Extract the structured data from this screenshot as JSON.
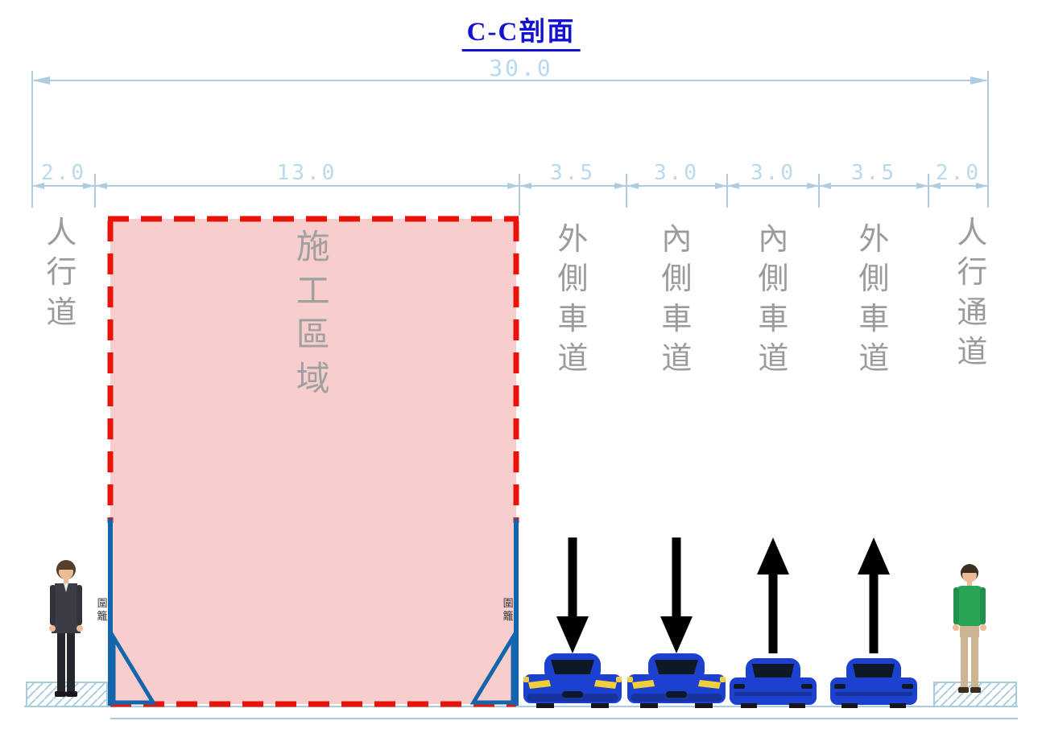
{
  "title": "C-C剖面",
  "dimensions": {
    "overall": "30.0",
    "segments": [
      {
        "label": "2.0"
      },
      {
        "label": "13.0"
      },
      {
        "label": "3.5"
      },
      {
        "label": "3.0"
      },
      {
        "label": "3.0"
      },
      {
        "label": "3.5"
      },
      {
        "label": "2.0"
      }
    ]
  },
  "zones": {
    "left_sidewalk": "人行道",
    "construction_area": "施工區域",
    "lane_outer_left": "外側車道",
    "lane_inner_left": "內側車道",
    "lane_inner_right": "內側車道",
    "lane_outer_right": "外側車道",
    "right_sidewalk": "人行通道"
  },
  "barriers": {
    "label": "圍籬"
  },
  "colors": {
    "title_blue": "#1313cf",
    "dimension_blue": "#aecde2",
    "label_gray": "#9b9b9b",
    "zone_fill": "#f8cdcd",
    "zone_border": "#ea1309",
    "barrier_blue": "#1565ad",
    "traffic_arrow": "#000000",
    "car_blue": "#1c41cf"
  }
}
